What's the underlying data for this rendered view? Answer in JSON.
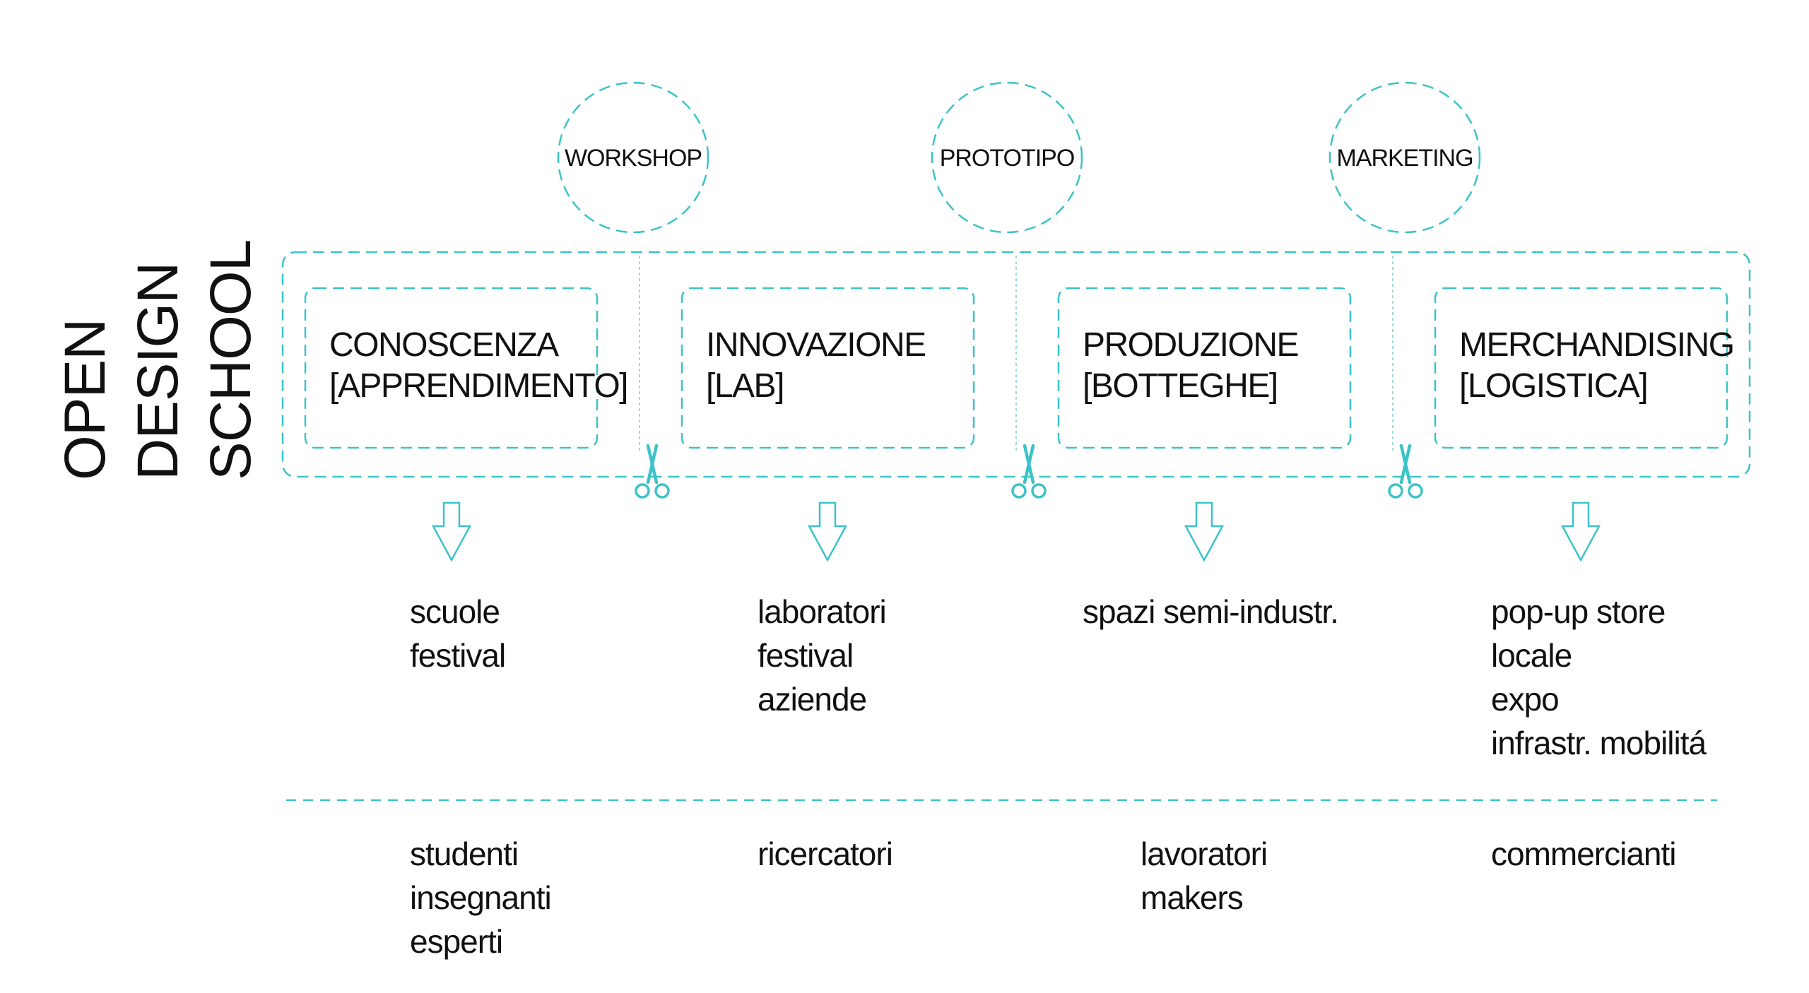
{
  "title": {
    "lines": [
      "OPEN",
      "DESIGN",
      "SCHOOL"
    ]
  },
  "colors": {
    "accent": "#3cc3c7",
    "text": "#111111"
  },
  "bubbles": [
    {
      "label": "WORKSHOP"
    },
    {
      "label": "PROTOTIPO"
    },
    {
      "label": "MARKETING"
    }
  ],
  "stages": [
    {
      "name": "CONOSCENZA",
      "sub": "[APPRENDIMENTO]",
      "places": [
        "scuole",
        "festival"
      ],
      "people": [
        "studenti",
        "insegnanti",
        "esperti"
      ]
    },
    {
      "name": "INNOVAZIONE",
      "sub": "[LAB]",
      "places": [
        "laboratori",
        "festival",
        "aziende"
      ],
      "people": [
        "ricercatori"
      ]
    },
    {
      "name": "PRODUZIONE",
      "sub": "[BOTTEGHE]",
      "places": [
        "spazi semi-industr."
      ],
      "people": [
        "lavoratori",
        "makers"
      ]
    },
    {
      "name": "MERCHANDISING",
      "sub": "[LOGISTICA]",
      "places": [
        "pop-up store",
        "locale",
        "expo",
        "infrastr. mobilitá"
      ],
      "people": [
        "commercianti"
      ]
    }
  ],
  "icons": {
    "separator": "scissors-icon",
    "flow": "arrow-down-icon"
  }
}
